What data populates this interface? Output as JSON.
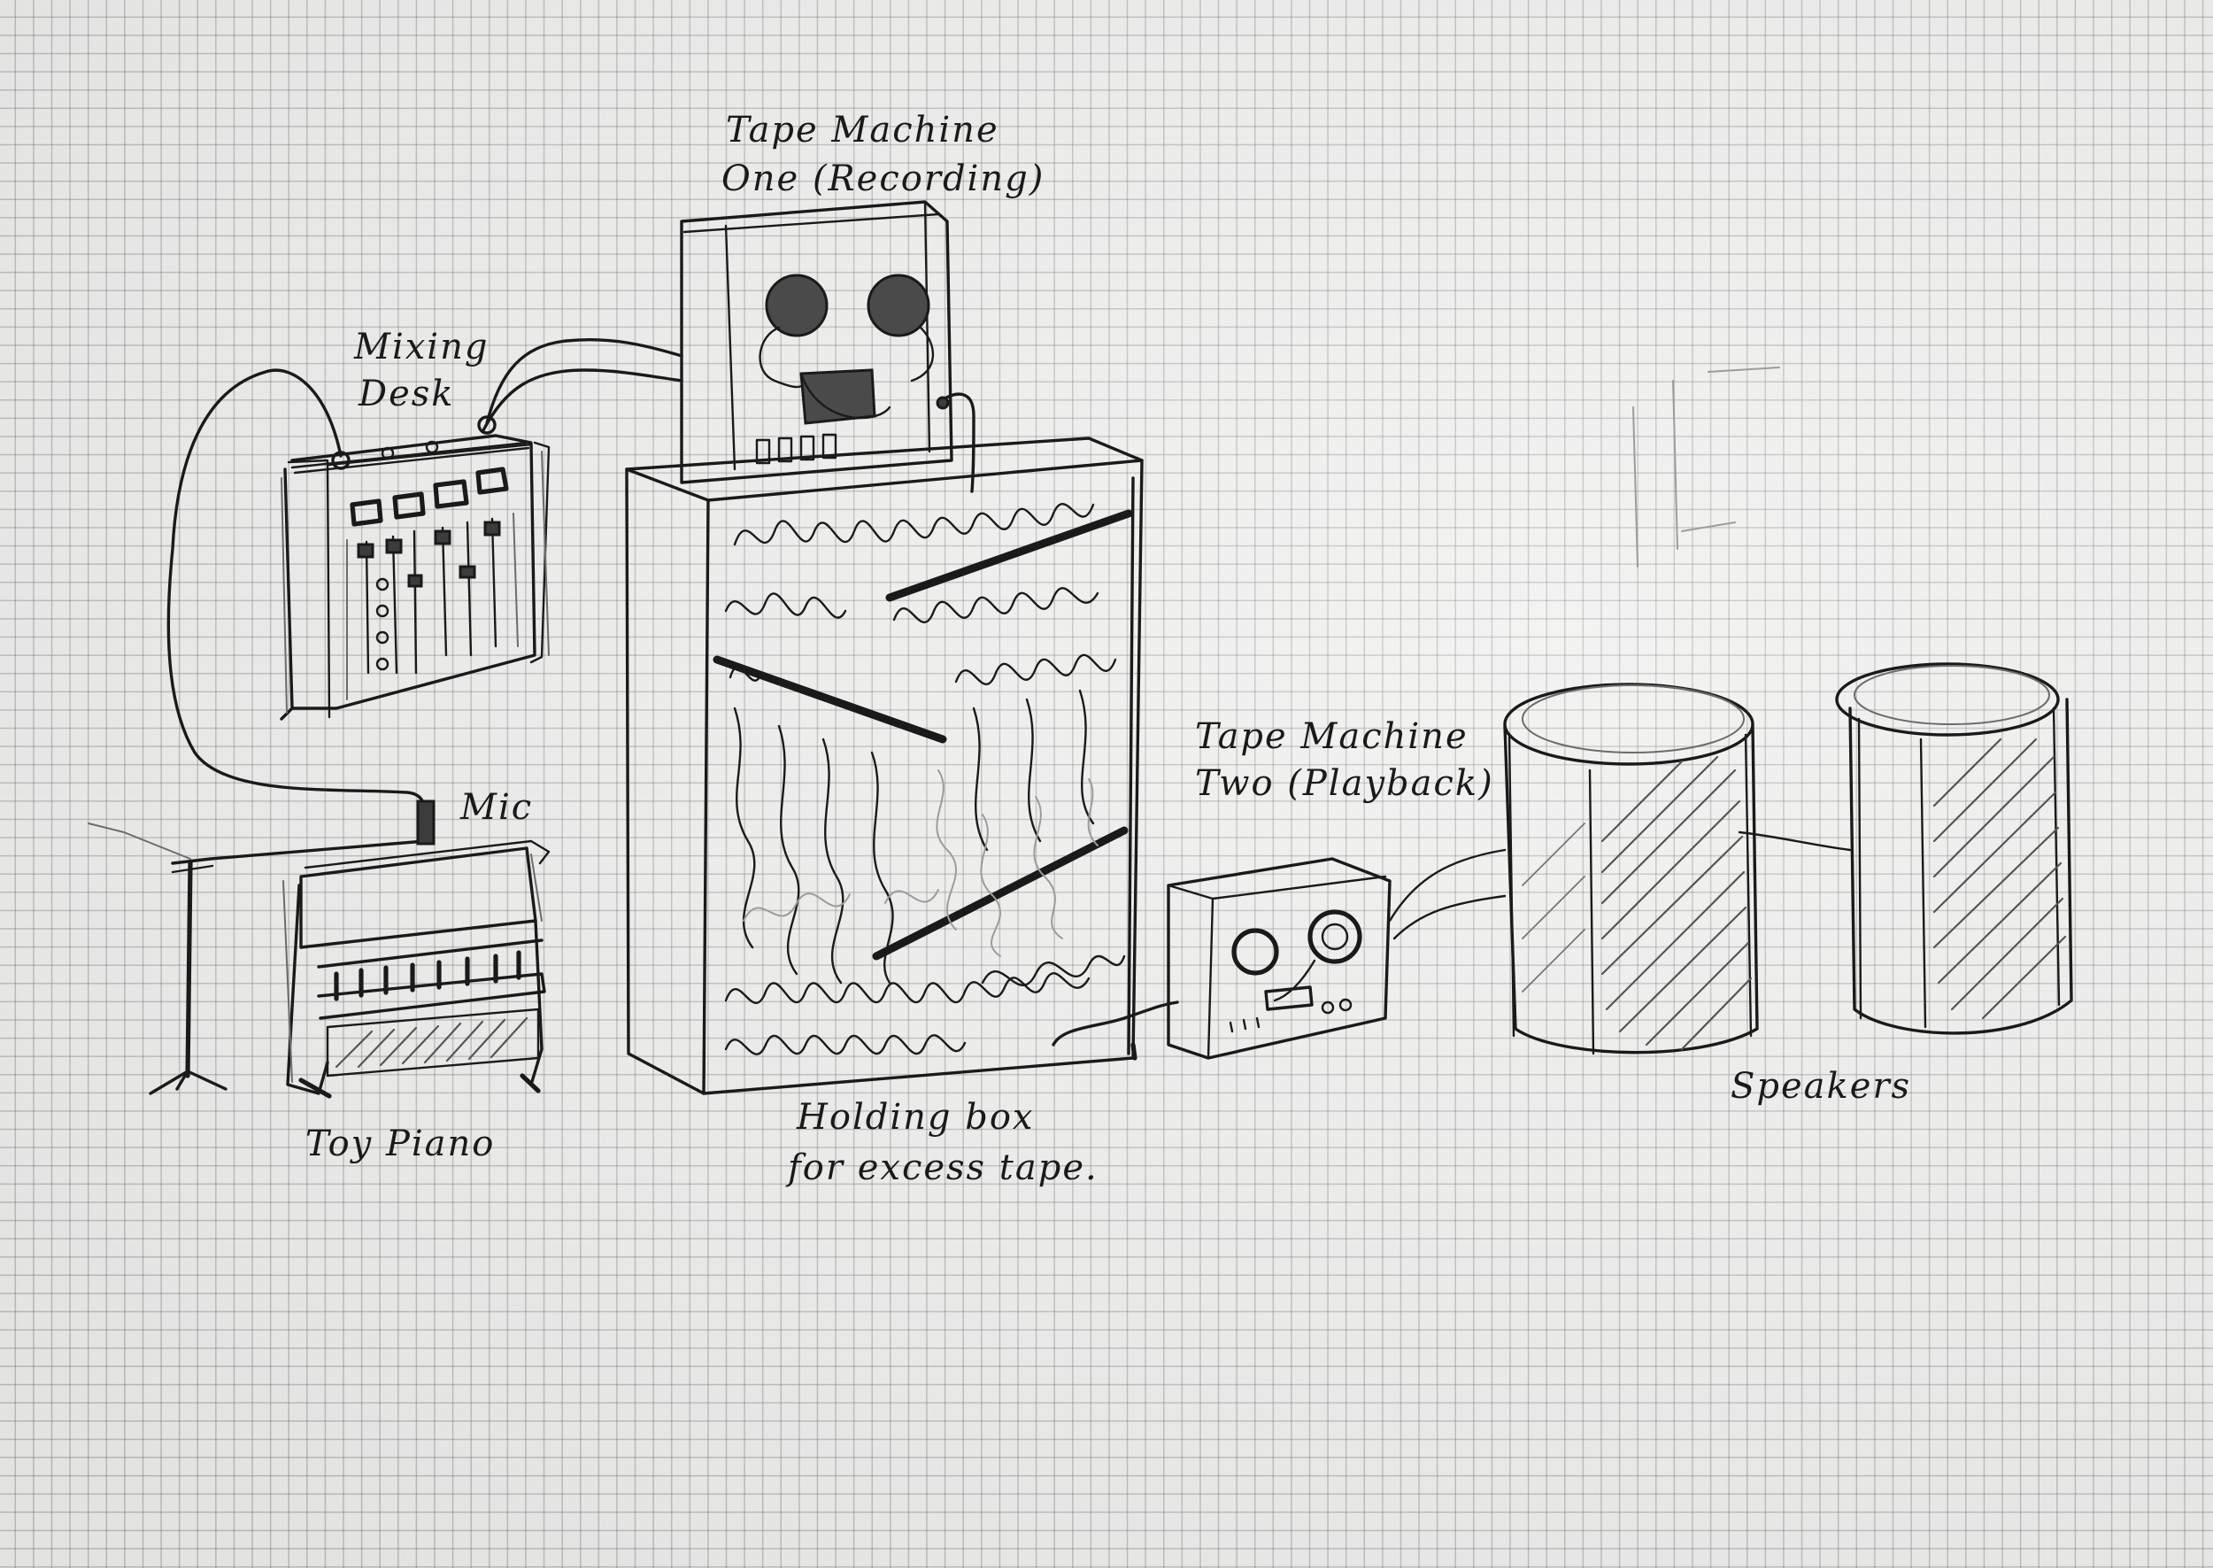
{
  "labels": {
    "tape_machine_one_line1": "Tape  Machine",
    "tape_machine_one_line2": "One (Recording)",
    "mixing_desk_line1": "Mixing",
    "mixing_desk_line2": "Desk",
    "mic": "Mic",
    "toy_piano": "Toy  Piano",
    "holding_box_line1": "Holding  box",
    "holding_box_line2": "for excess tape.",
    "tape_machine_two_line1": "Tape  Machine",
    "tape_machine_two_line2": "Two (Playback)",
    "speakers": "Speakers"
  },
  "colors": {
    "paper": "#efefee",
    "grid": "#5f5f5f",
    "pencil": "#1a1a1a"
  }
}
